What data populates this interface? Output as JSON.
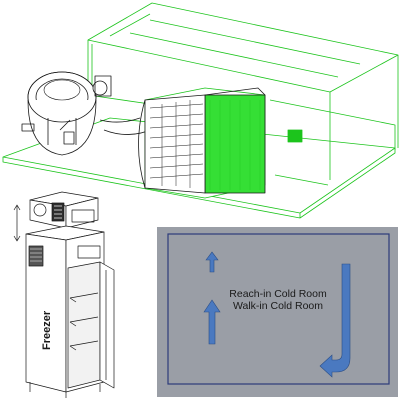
{
  "cold_room": {
    "line1": "Reach-in Cold Room",
    "line2": "Walk-in Cold Room",
    "panel_color": "#9a9ea6",
    "frame_color": "#2c3b7a",
    "arrow_color": "#4a79c0"
  },
  "freezer": {
    "label": "Freezer"
  },
  "condensing_unit": {
    "outline_color": "#1cc41c",
    "coil_color": "#39e339"
  }
}
